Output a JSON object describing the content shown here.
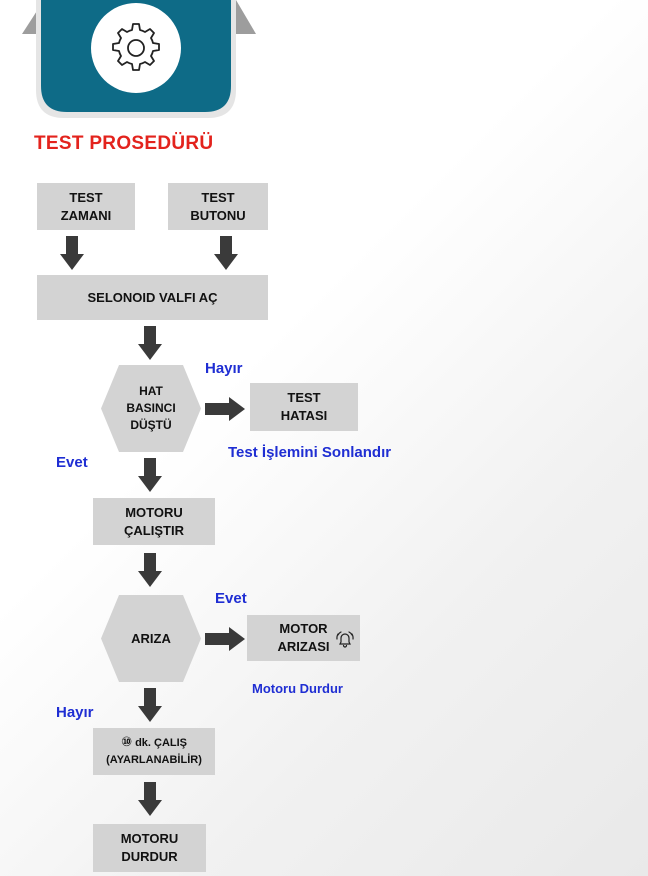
{
  "header": {
    "icon": "gear-icon",
    "accent_color": "#0e6b87"
  },
  "title": "TEST PROSEDÜRÜ",
  "nodes": {
    "test_zamani": {
      "line1": "TEST",
      "line2": "ZAMANI"
    },
    "test_butonu": {
      "line1": "TEST",
      "line2": "BUTONU"
    },
    "selonoid": "SELONOID VALFI AÇ",
    "hat_basinci": {
      "line1": "HAT",
      "line2": "BASINCI",
      "line3": "DÜŞTÜ"
    },
    "test_hatasi": {
      "line1": "TEST",
      "line2": "HATASI"
    },
    "motoru_calistir": {
      "line1": "MOTORU",
      "line2": "ÇALIŞTIR"
    },
    "ariza": "ARIZA",
    "motor_arizasi": {
      "line1": "MOTOR",
      "line2": "ARIZASI",
      "icon": "alarm-bell-icon"
    },
    "calis": {
      "number": "⑩",
      "line1": "dk. ÇALIŞ",
      "line2": "(AYARLANABİLİR)"
    },
    "motoru_durdur": {
      "line1": "MOTORU",
      "line2": "DURDUR"
    }
  },
  "labels": {
    "hayir_1": "Hayır",
    "evet_1": "Evet",
    "test_sonlandir": "Test İşlemini Sonlandır",
    "evet_2": "Evet",
    "motoru_durdur_note": "Motoru Durdur",
    "hayir_2": "Hayır"
  },
  "colors": {
    "box": "#d3d3d3",
    "arrow": "#3a3a3a",
    "label_blue": "#1f2ed3",
    "title_red": "#e3231d"
  }
}
